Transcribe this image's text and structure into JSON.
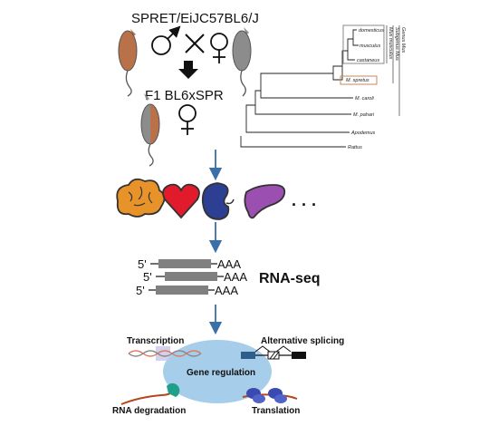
{
  "cross": {
    "strain_left": "SPRET/EiJ",
    "strain_right": "C57BL6/J",
    "f1_label": "F1 BL6xSPR"
  },
  "tree": {
    "leaves": [
      "domesticus",
      "musculus",
      "castaneus",
      "M. spretus",
      "M. caroli",
      "M. pahari",
      "Apodemus",
      "Rattus"
    ],
    "groups": [
      "Genus Mus",
      "Subgenus Mus",
      "Mus musculus"
    ]
  },
  "tissues": {
    "items": [
      "brain-icon",
      "heart-icon",
      "kidney-icon",
      "liver-icon"
    ],
    "ellipsis": "· · ·"
  },
  "rnaseq": {
    "five_prime": "5'",
    "poly_a": "AAA",
    "label": "RNA-seq"
  },
  "regulation": {
    "center": "Gene  regulation",
    "transcription": "Transcription",
    "alt_splicing": "Alternative splicing",
    "rna_degradation": "RNA degradation",
    "translation": "Translation"
  },
  "colors": {
    "arrow_blue": "#3a6fa8",
    "mouse_brown": "#b9714a",
    "mouse_gray": "#8c8c8c",
    "read_gray": "#808080",
    "ellipse_blue": "#a6cdea",
    "spretus_box": "#c8875a"
  }
}
